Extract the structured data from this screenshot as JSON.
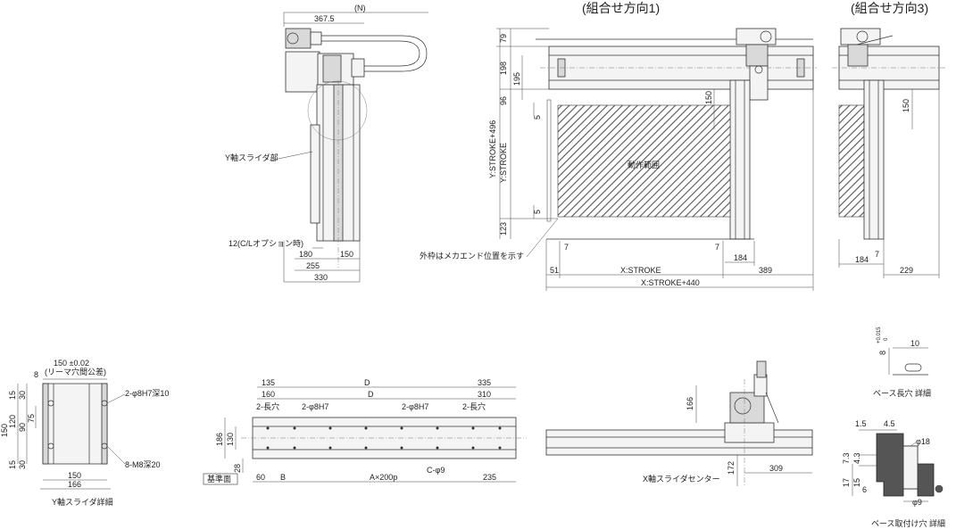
{
  "headings": {
    "combo1": "(組合せ方向1)",
    "combo3": "(組合せ方向3)"
  },
  "side_view": {
    "n_label": "(N)",
    "w_367_5": "367.5",
    "y_slider": "Y軸スライダ部",
    "cl_option": "12(C/Lオプション時)",
    "w_180": "180",
    "w_150": "150",
    "w_255": "255",
    "w_330": "330"
  },
  "front_view": {
    "v79": "79",
    "v198": "198",
    "v195": "195",
    "v96": "96",
    "v5a": "5",
    "v5b": "5",
    "v123": "123",
    "v150": "150",
    "y_stroke_496": "Y:STROKE+496",
    "y_stroke": "Y:STROKE",
    "operating_range": "動作範囲",
    "outer_frame": "外枠はメカエンド位置を示す",
    "v7a": "7",
    "v7b": "7",
    "v51": "51",
    "x_stroke": "X:STROKE",
    "v184": "184",
    "v389": "389",
    "x_stroke_440": "X:STROKE+440"
  },
  "combo3_view": {
    "v150": "150",
    "v7": "7",
    "v184": "184",
    "v229": "229"
  },
  "y_detail": {
    "v150_tol": "150 ±0.02",
    "ream_tol": "(リーマ穴間公差)",
    "v8": "8",
    "v15a": "15",
    "v30a": "30",
    "v75": "75",
    "v90": "90",
    "v120": "120",
    "v150": "150",
    "v15b": "15",
    "v30b": "30",
    "v150w": "150",
    "v166w": "166",
    "pin_holes": "2-φ8H7深10",
    "tap_holes": "8-M8深20",
    "title": "Y軸スライダ詳細"
  },
  "base_plan": {
    "v135": "135",
    "D1": "D",
    "v335": "335",
    "v160": "160",
    "D2": "D",
    "v310": "310",
    "long_hole_l": "2-長穴",
    "pin_l": "2-φ8H7",
    "pin_r": "2-φ8H7",
    "long_hole_r": "2-長穴",
    "v186": "186",
    "v130": "130",
    "v28": "28",
    "datum": "基準面",
    "v60": "60",
    "B": "B",
    "A200p": "A×200p",
    "C9": "C-φ9",
    "v235": "235"
  },
  "x_slider_view": {
    "v166": "166",
    "v172": "172",
    "v309": "309",
    "x_center": "X軸スライダセンター"
  },
  "slot_detail": {
    "tol_top": "+0.015",
    "tol_bot": "0",
    "v8": "8",
    "v10": "10",
    "title": "ベース長穴 詳細"
  },
  "mount_detail": {
    "v1_5": "1.5",
    "v4_5": "4.5",
    "v7_3": "7.3",
    "v4_3": "4.3",
    "phi18": "φ18",
    "v17": "17",
    "v15": "15",
    "v6": "6",
    "phi9": "φ9",
    "title": "ベース取付け穴 詳細"
  }
}
